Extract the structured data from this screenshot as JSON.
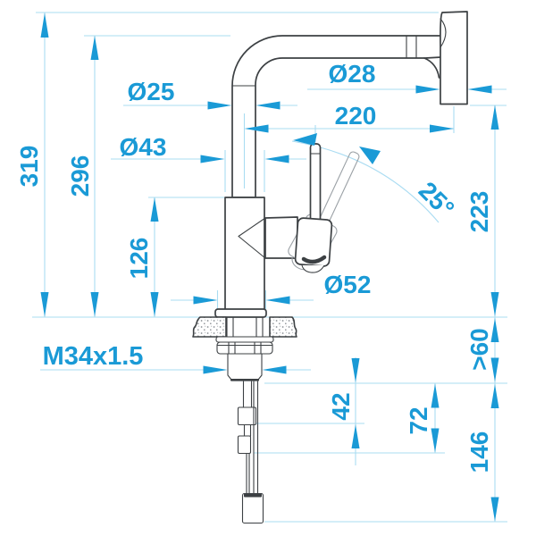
{
  "drawing": {
    "type": "faucet-installation-dimension-drawing",
    "colors": {
      "dimension": "#1a9ad6",
      "extension": "#aadcf2",
      "outline": "#3c4043",
      "ghost": "#9aa0a5"
    },
    "labels": {
      "total_height": "319",
      "spout_top_height": "296",
      "body_top_height": "126",
      "spout_tube_diameter": "Ø25",
      "body_diameter": "Ø43",
      "spray_head_diameter": "Ø28",
      "spout_reach": "220",
      "spray_head_height": "223",
      "handle_swing_angle": "25°",
      "base_diameter": "Ø52",
      "mounting_thread": "M34x1.5",
      "min_counter_clearance": ">60",
      "hose_offset_1": "42",
      "hose_offset_2": "72",
      "hose_offset_3": "146"
    }
  }
}
